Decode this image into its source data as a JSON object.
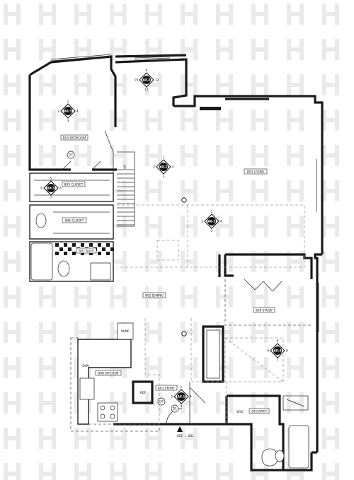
{
  "rooms": {
    "bedroom": "804 BEDROOM",
    "closet_a": "805 CLOSET",
    "closet_b": "806 CLOSET",
    "bath_a": "807 BATH",
    "living": "803 LIVING",
    "dining": "802 DINING",
    "study": "809 STUDY",
    "kitchen": "808 KITCHEN",
    "entry": "801 ENTRY",
    "bath_b": "810 BATH"
  },
  "fixtures": {
    "wine": "WINE",
    "dw": "D/W",
    "ref": "REF",
    "wd": "W/D"
  },
  "markers": {
    "a85": {
      "id": "A8.5",
      "n1": "1",
      "n2": "2",
      "n3": "3",
      "n4": "4"
    },
    "a84_top": {
      "id": "A8.4",
      "n1": "9",
      "n2": "10",
      "n3": "11",
      "n4": "12"
    },
    "a82": {
      "id": "A8.2",
      "n1": "1",
      "n2": "2",
      "n3": "3",
      "n4": "4"
    },
    "a85_closet": {
      "id": "A8.5",
      "n1": "5",
      "n2": "6",
      "n3": "7",
      "n4": "8"
    },
    "a83": {
      "id": "A8.3",
      "n1": "1",
      "n2": "2",
      "n3": "3",
      "n4": "4"
    },
    "a84_study": {
      "id": "A8.4",
      "n1": "5",
      "n2": "6",
      "n3": "7",
      "n4": "8"
    },
    "a81": {
      "id": "A8.1",
      "n1": "1",
      "n2": "2",
      "n3": "3",
      "n4": "4"
    }
  },
  "doors": {
    "d7": "D7",
    "d1": "D1",
    "d4": "D4"
  },
  "section_mark": {
    "line1": "802",
    "line2": "801"
  },
  "stair_label": "UP"
}
